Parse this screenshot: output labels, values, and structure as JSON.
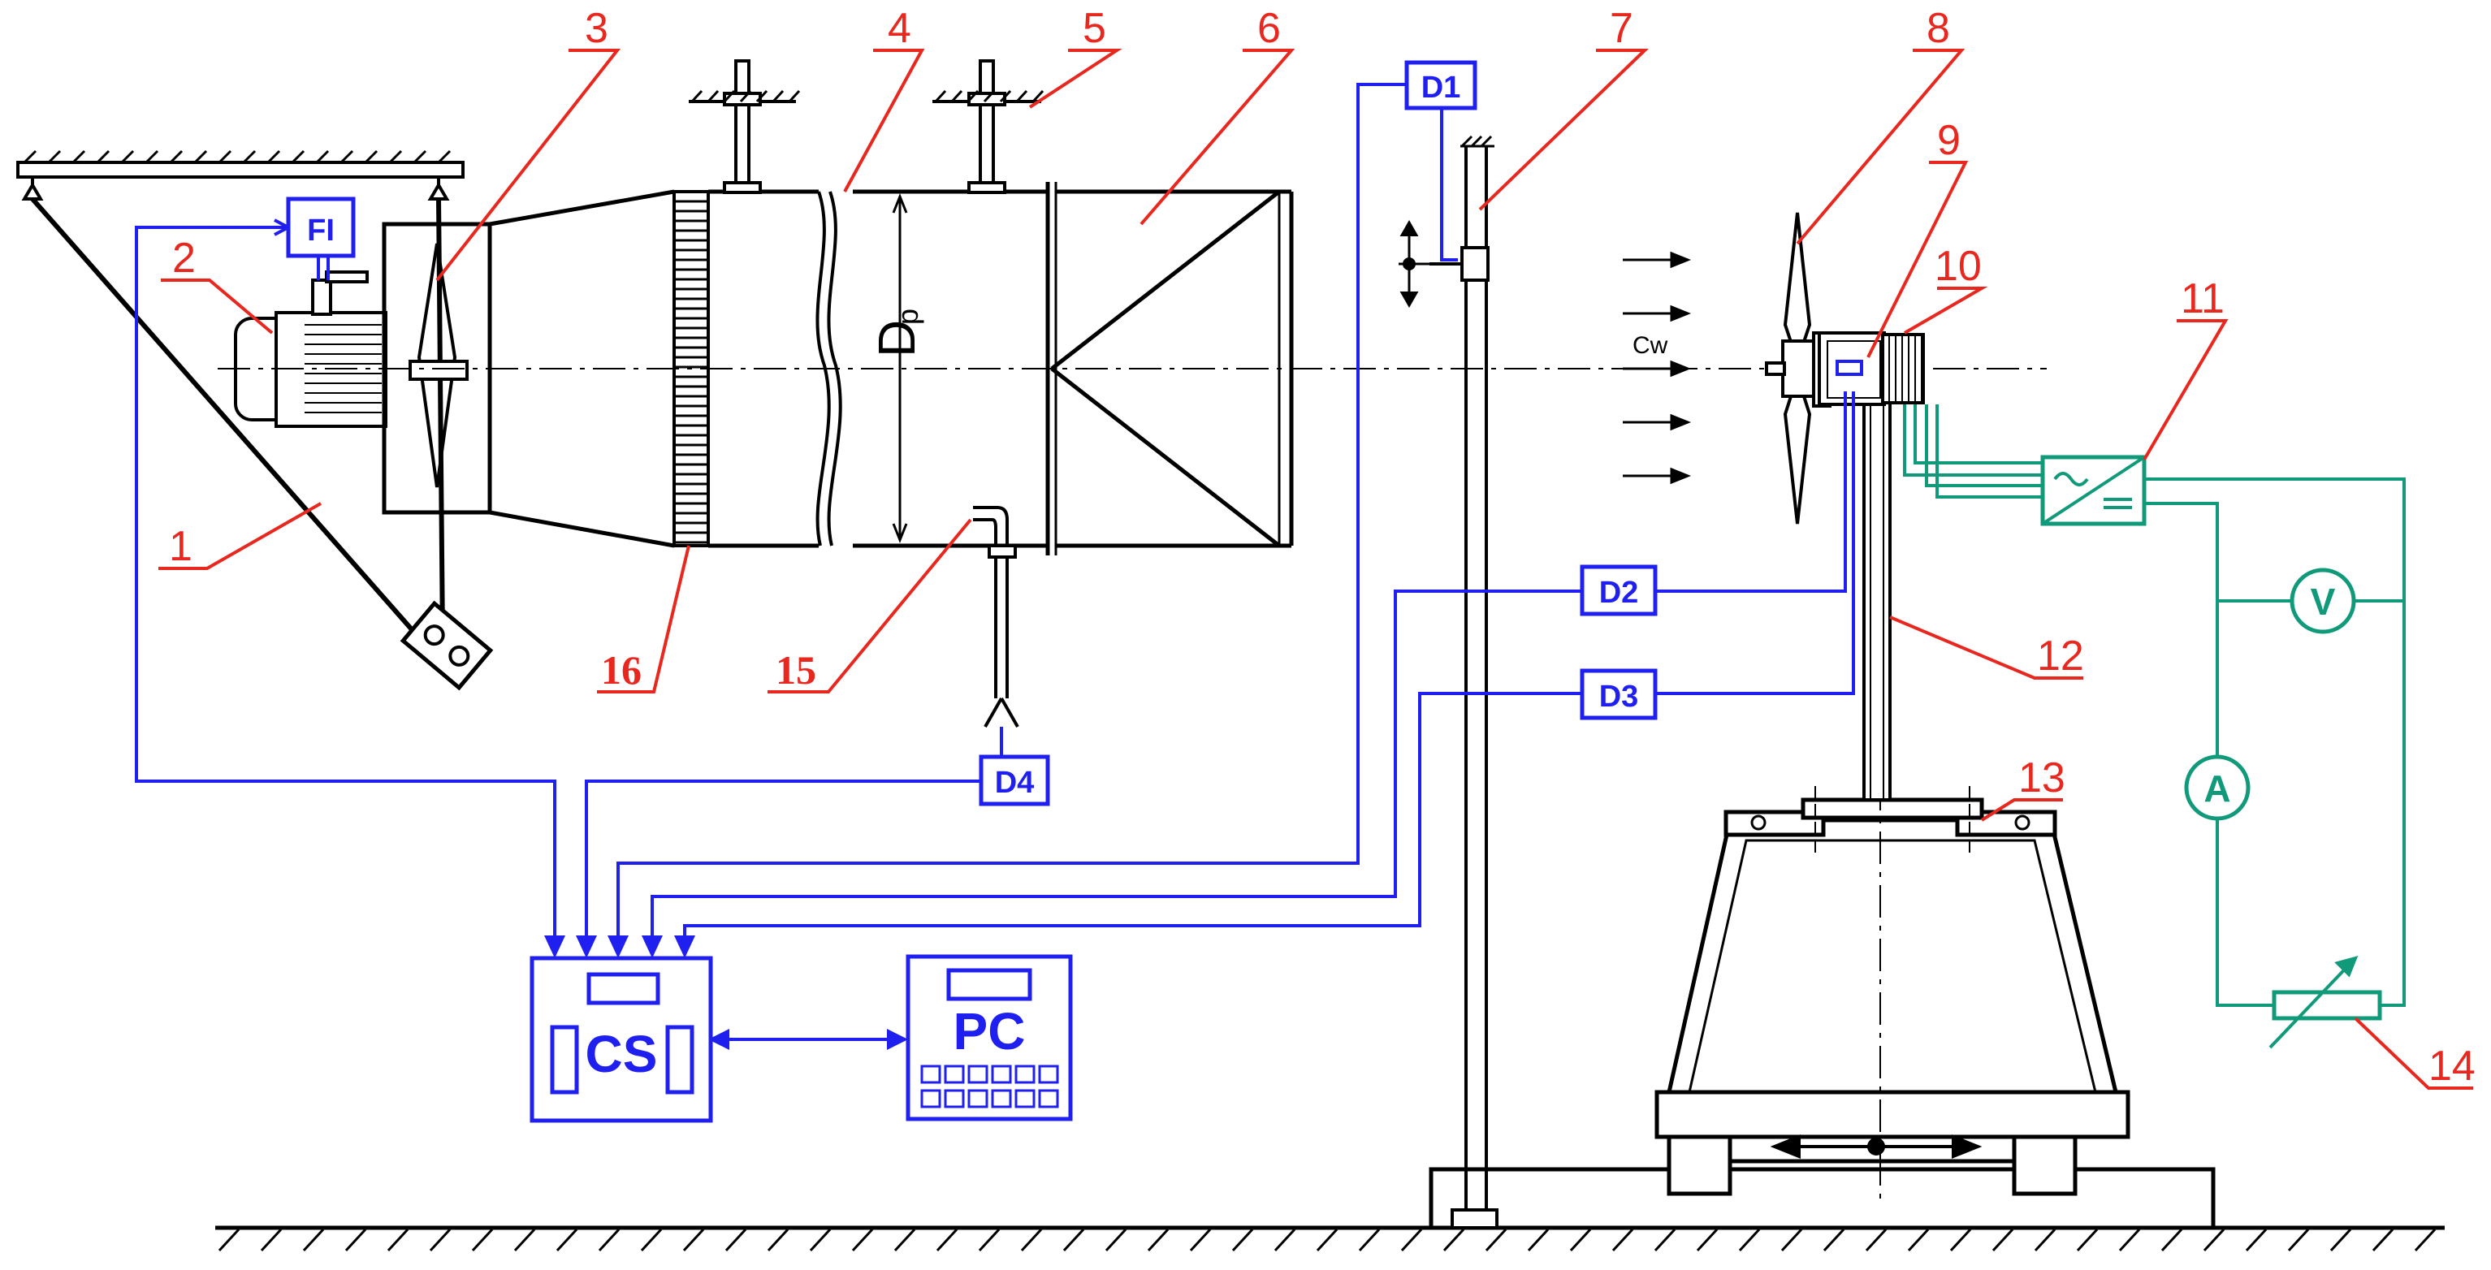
{
  "colors": {
    "line": "#000000",
    "signal": "#1f1ff0",
    "leader": "#e8281e",
    "electric": "#109a7a"
  },
  "labels": {
    "n1": "1",
    "n2": "2",
    "n3": "3",
    "n4": "4",
    "n5": "5",
    "n6": "6",
    "n7": "7",
    "n8": "8",
    "n9": "9",
    "n10": "10",
    "n11": "11",
    "n12": "12",
    "n13": "13",
    "n14": "14",
    "n15": "15",
    "n16": "16"
  },
  "instruments": {
    "fi": "FI",
    "d1": "D1",
    "d2": "D2",
    "d3": "D3",
    "d4": "D4",
    "cs": "CS",
    "pc": "PC"
  },
  "annotations": {
    "diameter_main": "D",
    "diameter_sub": "p",
    "wind_speed": "Cw",
    "converter_symbol": "~ / =",
    "voltmeter": "V",
    "ammeter": "A"
  }
}
